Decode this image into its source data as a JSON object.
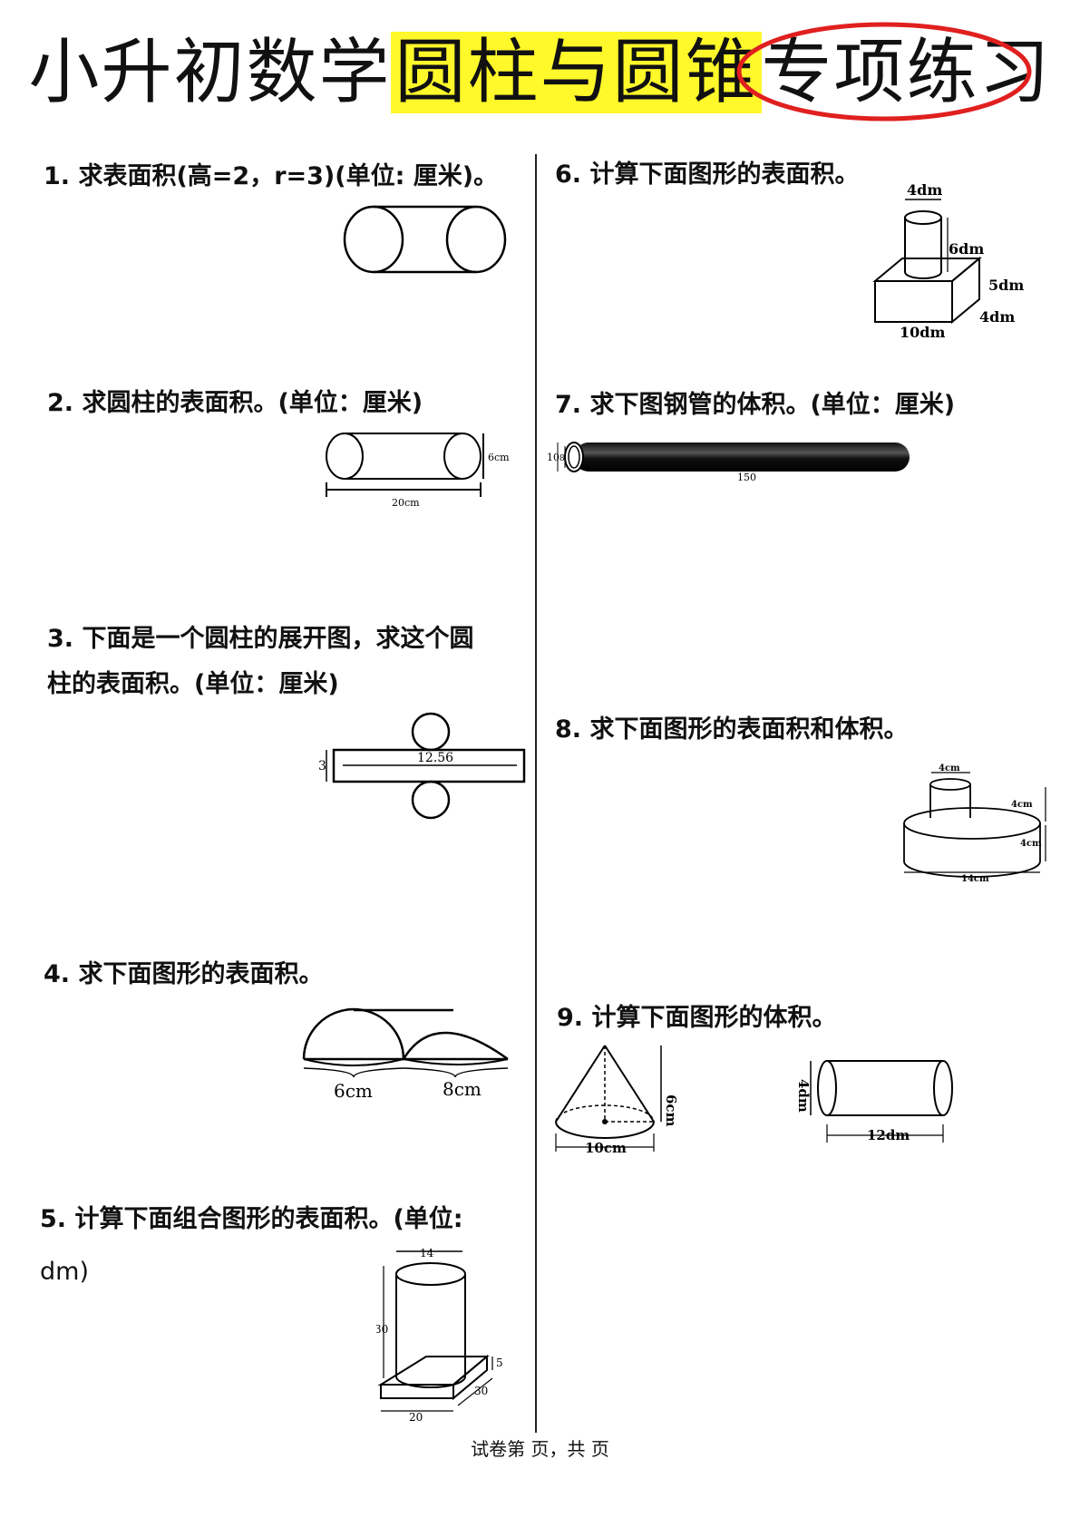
{
  "header": {
    "title_part1": "小升初数学",
    "title_part2": "圆柱与圆锥",
    "title_part3": "专项练习",
    "highlight_color": "#fff82a",
    "circle_color": "#e0201f"
  },
  "questions": [
    {
      "id": "q1",
      "num": "1.",
      "text": "求表面积(高=2，r=3)(单位: 厘米)。"
    },
    {
      "id": "q2",
      "num": "2.",
      "text": "求圆柱的表面积。(单位：厘米)",
      "labels": {
        "height": "6cm",
        "length": "20cm"
      }
    },
    {
      "id": "q3",
      "num": "3.",
      "line1": "下面是一个圆柱的展开图，求这个圆",
      "line2": "柱的表面积。(单位：厘米)",
      "labels": {
        "width": "12.56",
        "height": "3"
      }
    },
    {
      "id": "q4",
      "num": "4.",
      "text": "求下面图形的表面积。",
      "labels": {
        "left": "6cm",
        "right": "8cm"
      }
    },
    {
      "id": "q5",
      "num": "5.",
      "line1": "计算下面组合图形的表面积。(单位:",
      "line2": "dm)",
      "labels": {
        "diameter": "14",
        "height": "30",
        "base_height": "5",
        "base_depth": "30",
        "base_width": "20"
      }
    },
    {
      "id": "q6",
      "num": "6.",
      "text": "计算下面图形的表面积。",
      "labels": {
        "diameter": "4dm",
        "height": "6dm",
        "box_height": "5dm",
        "box_depth": "4dm",
        "box_width": "10dm"
      }
    },
    {
      "id": "q7",
      "num": "7.",
      "text": "求下图钢管的体积。(单位：厘米)",
      "labels": {
        "outer": "10",
        "inner": "8",
        "length": "150"
      }
    },
    {
      "id": "q8",
      "num": "8.",
      "text": "求下面图形的表面积和体积。",
      "labels": {
        "top_d": "4cm",
        "top_h": "4cm",
        "bottom_h": "4cm",
        "bottom_d": "14cm"
      }
    },
    {
      "id": "q9",
      "num": "9.",
      "text": "计算下面图形的体积。",
      "labels": {
        "cone_h": "6cm",
        "cone_d": "10cm",
        "cyl_d": "4dm",
        "cyl_l": "12dm"
      }
    }
  ],
  "footer": {
    "text": "试卷第  页，共  页"
  }
}
